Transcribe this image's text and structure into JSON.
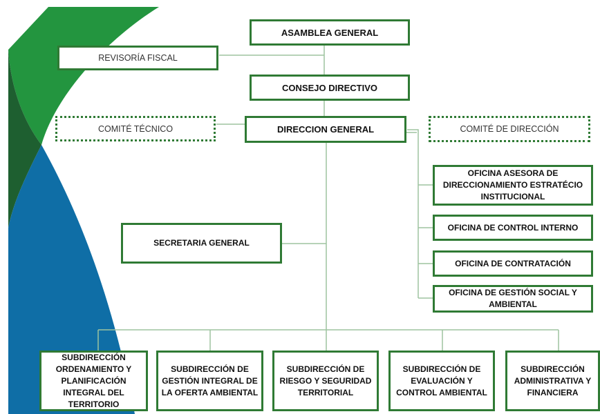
{
  "org": {
    "asamblea": "ASAMBLEA GENERAL",
    "revisoria": "REVISORÍA FISCAL",
    "consejo": "CONSEJO DIRECTIVO",
    "comite_tecnico": "COMITÉ TÉCNICO",
    "direccion": "DIRECCION GENERAL",
    "comite_direccion": "COMITÉ DE DIRECCIÓN",
    "secretaria": "SECRETARIA GENERAL",
    "oficinas": [
      "OFICINA ASESORA DE DIRECCIONAMIENTO ESTRATÉCIO INSTITUCIONAL",
      "OFICINA DE CONTROL INTERNO",
      "OFICINA DE CONTRATACIÓN",
      "OFICINA DE GESTIÓN SOCIAL Y AMBIENTAL"
    ],
    "subdirecciones": [
      "SUBDIRECCIÓN ORDENAMIENTO Y PLANIFICACIÓN INTEGRAL DEL TERRITORIO",
      "SUBDIRECCIÓN DE GESTIÓN INTEGRAL DE LA OFERTA AMBIENTAL",
      "SUBDIRECCIÓN DE RIESGO Y SEGURIDAD TERRITORIAL",
      "SUBDIRECCIÓN DE EVALUACIÓN Y CONTROL AMBIENTAL",
      "SUBDIRECCIÓN ADMINISTRATIVA Y FINANCIERA"
    ]
  },
  "colors": {
    "box_border": "#2f7a34",
    "connector": "#9dc39f",
    "band_light_green": "#23953f",
    "band_dark_green": "#1e5f30",
    "band_blue": "#0f6ea6"
  }
}
